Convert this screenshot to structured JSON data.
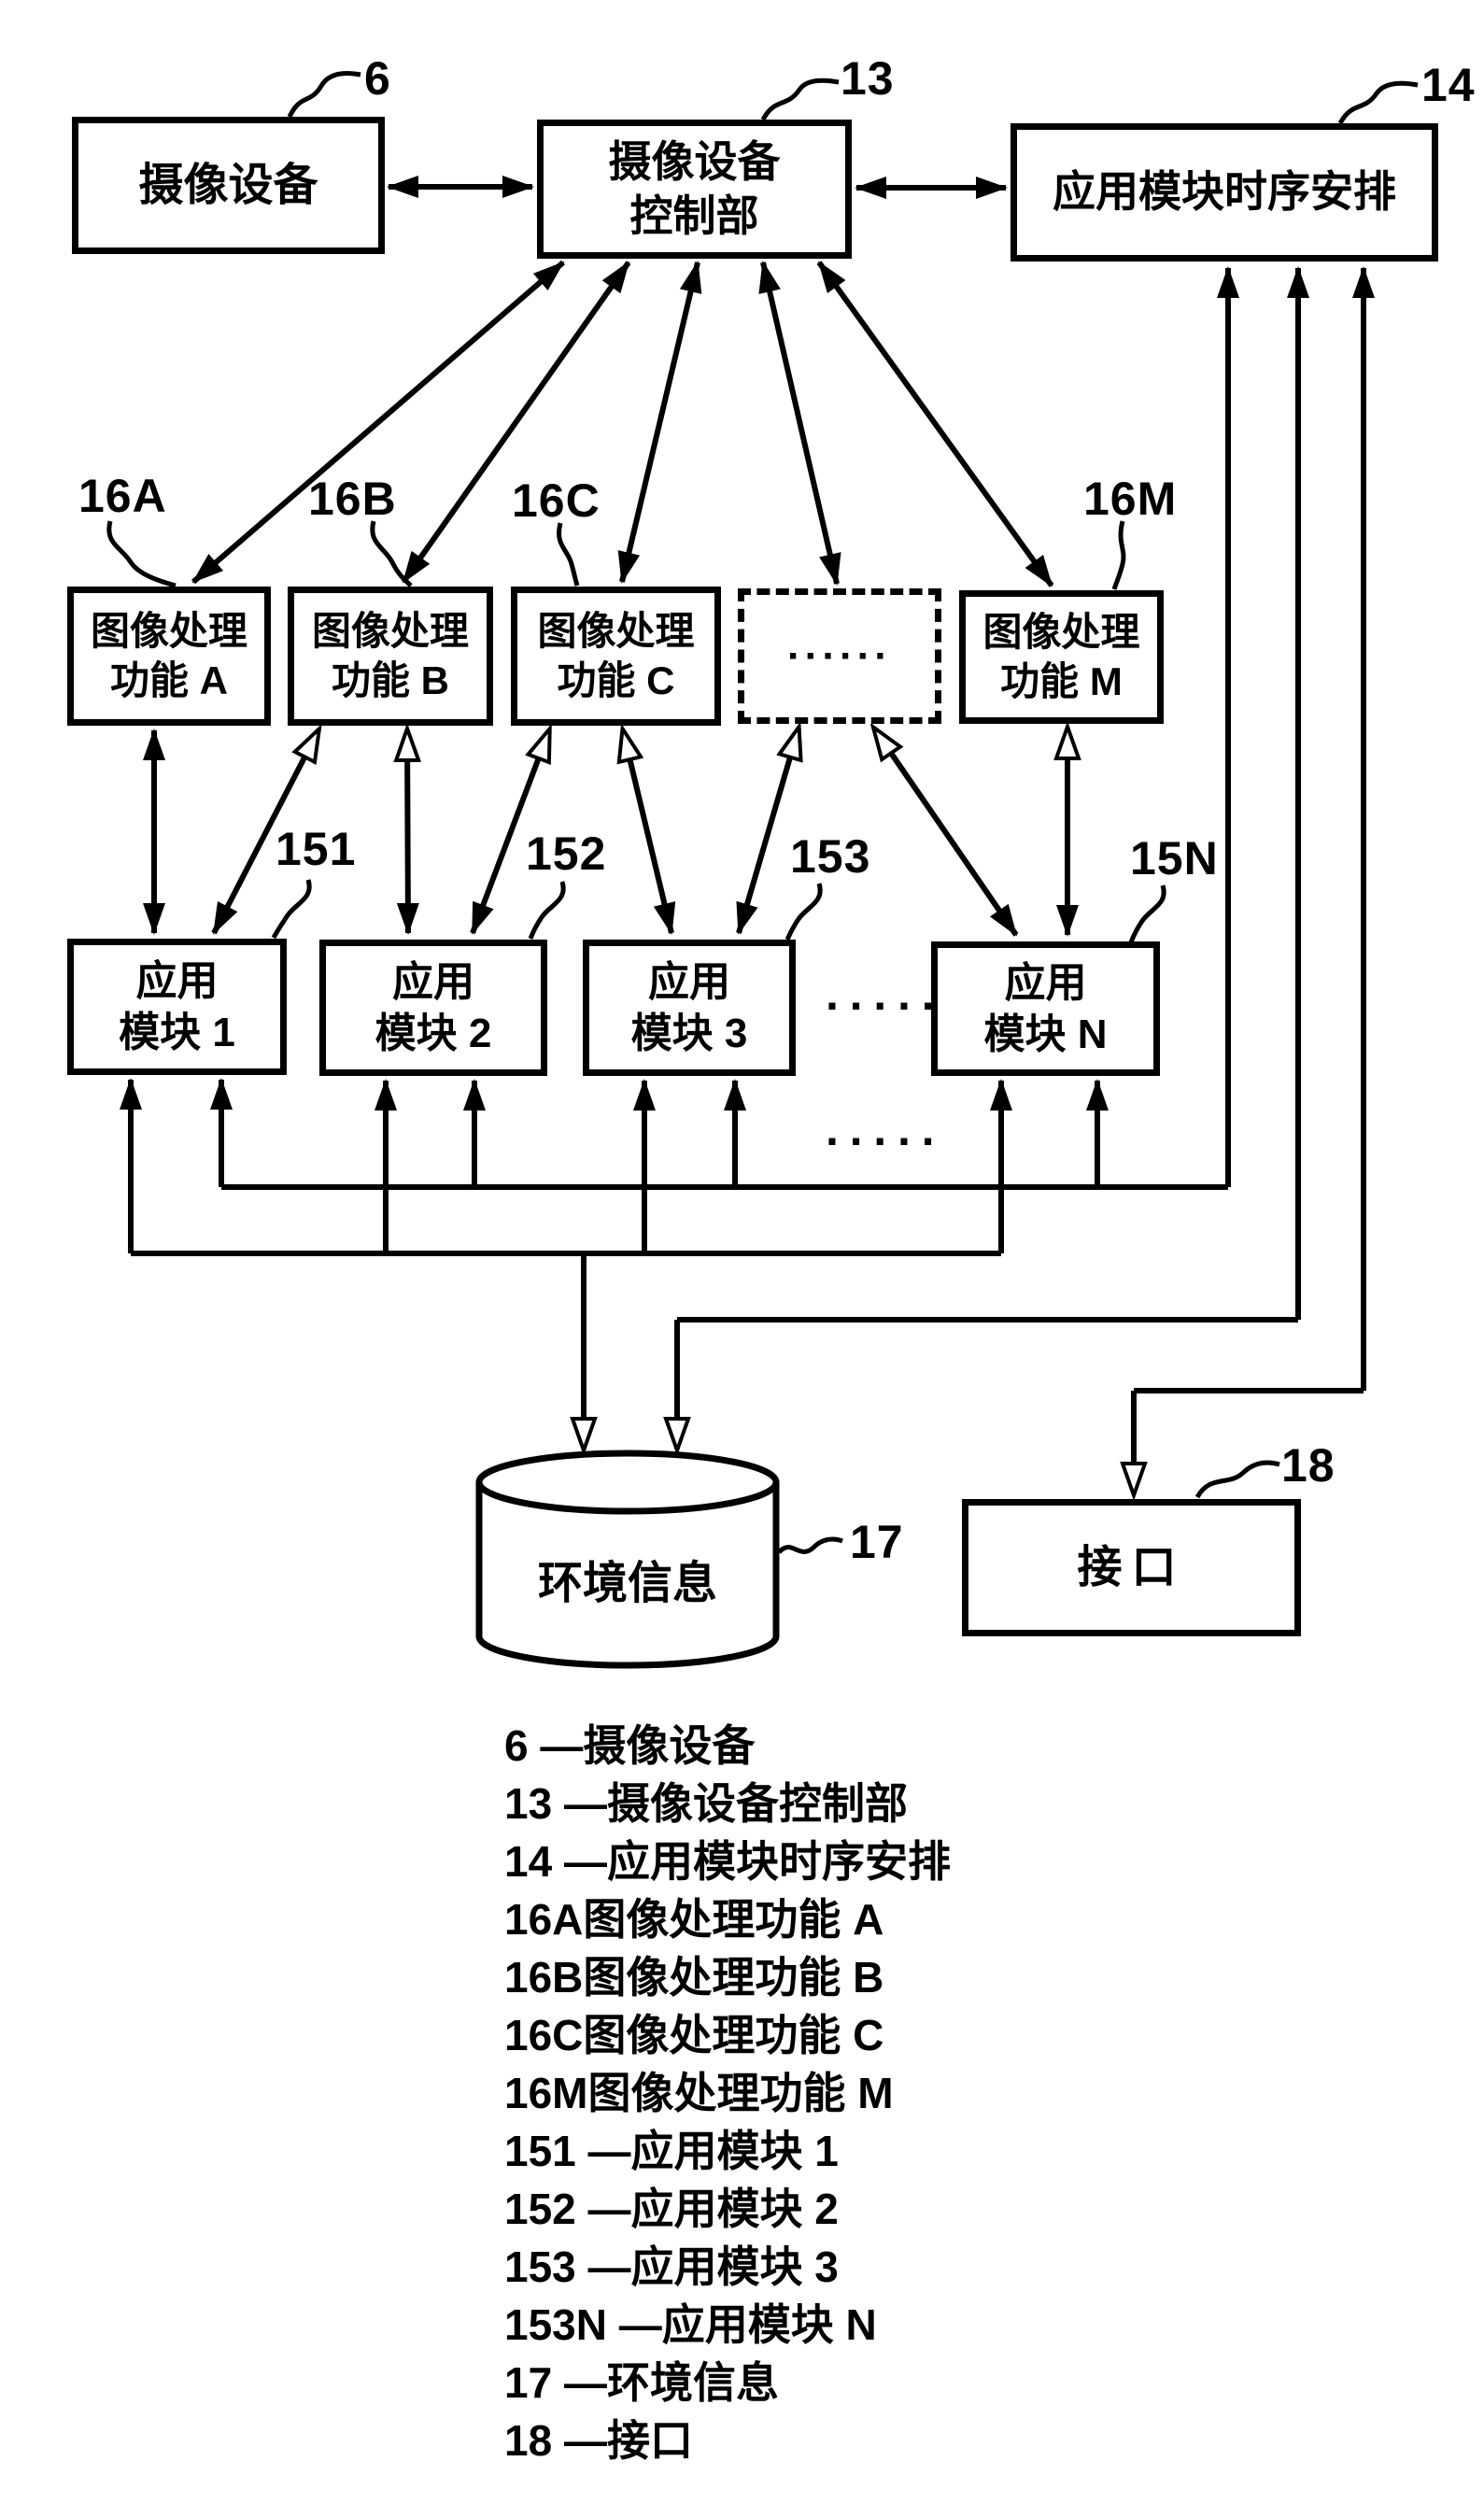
{
  "figure": {
    "title_hint": "block-diagram of imaging device control system",
    "background": "#ffffff",
    "ink": "#000000"
  },
  "nodes": {
    "camera": {
      "ref": "6",
      "label": "摄像设备"
    },
    "camera_control": {
      "ref": "13",
      "label": "摄像设备\n控制部"
    },
    "scheduler": {
      "ref": "14",
      "label": "应用模块时序安排"
    },
    "func_a": {
      "ref": "16A",
      "label": "图像处理\n功能 A"
    },
    "func_b": {
      "ref": "16B",
      "label": "图像处理\n功能 B"
    },
    "func_c": {
      "ref": "16C",
      "label": "图像处理\n功能 C"
    },
    "func_ellipsis": {
      "label": "······"
    },
    "func_m": {
      "ref": "16M",
      "label": "图像处理\n功能 M"
    },
    "module_1": {
      "ref": "151",
      "label": "应用\n模块 1"
    },
    "module_2": {
      "ref": "152",
      "label": "应用\n模块 2"
    },
    "module_3": {
      "ref": "153",
      "label": "应用\n模块 3"
    },
    "module_n": {
      "ref": "15N",
      "label": "应用\n模块 N"
    },
    "env_info": {
      "ref": "17",
      "label": "环境信息"
    },
    "interface": {
      "ref": "18",
      "label": "接口"
    }
  },
  "ellipsis": {
    "modules_top": "·····",
    "modules_bottom": "·····"
  },
  "legend": {
    "items": [
      "6 —摄像设备",
      "13 —摄像设备控制部",
      "14 —应用模块时序安排",
      "16A图像处理功能 A",
      "16B图像处理功能 B",
      "16C图像处理功能 C",
      "16M图像处理功能 M",
      "151 —应用模块 1",
      "152 —应用模块 2",
      "153 —应用模块 3",
      "153N —应用模块 N",
      "17 —环境信息",
      "18 —接口"
    ]
  }
}
